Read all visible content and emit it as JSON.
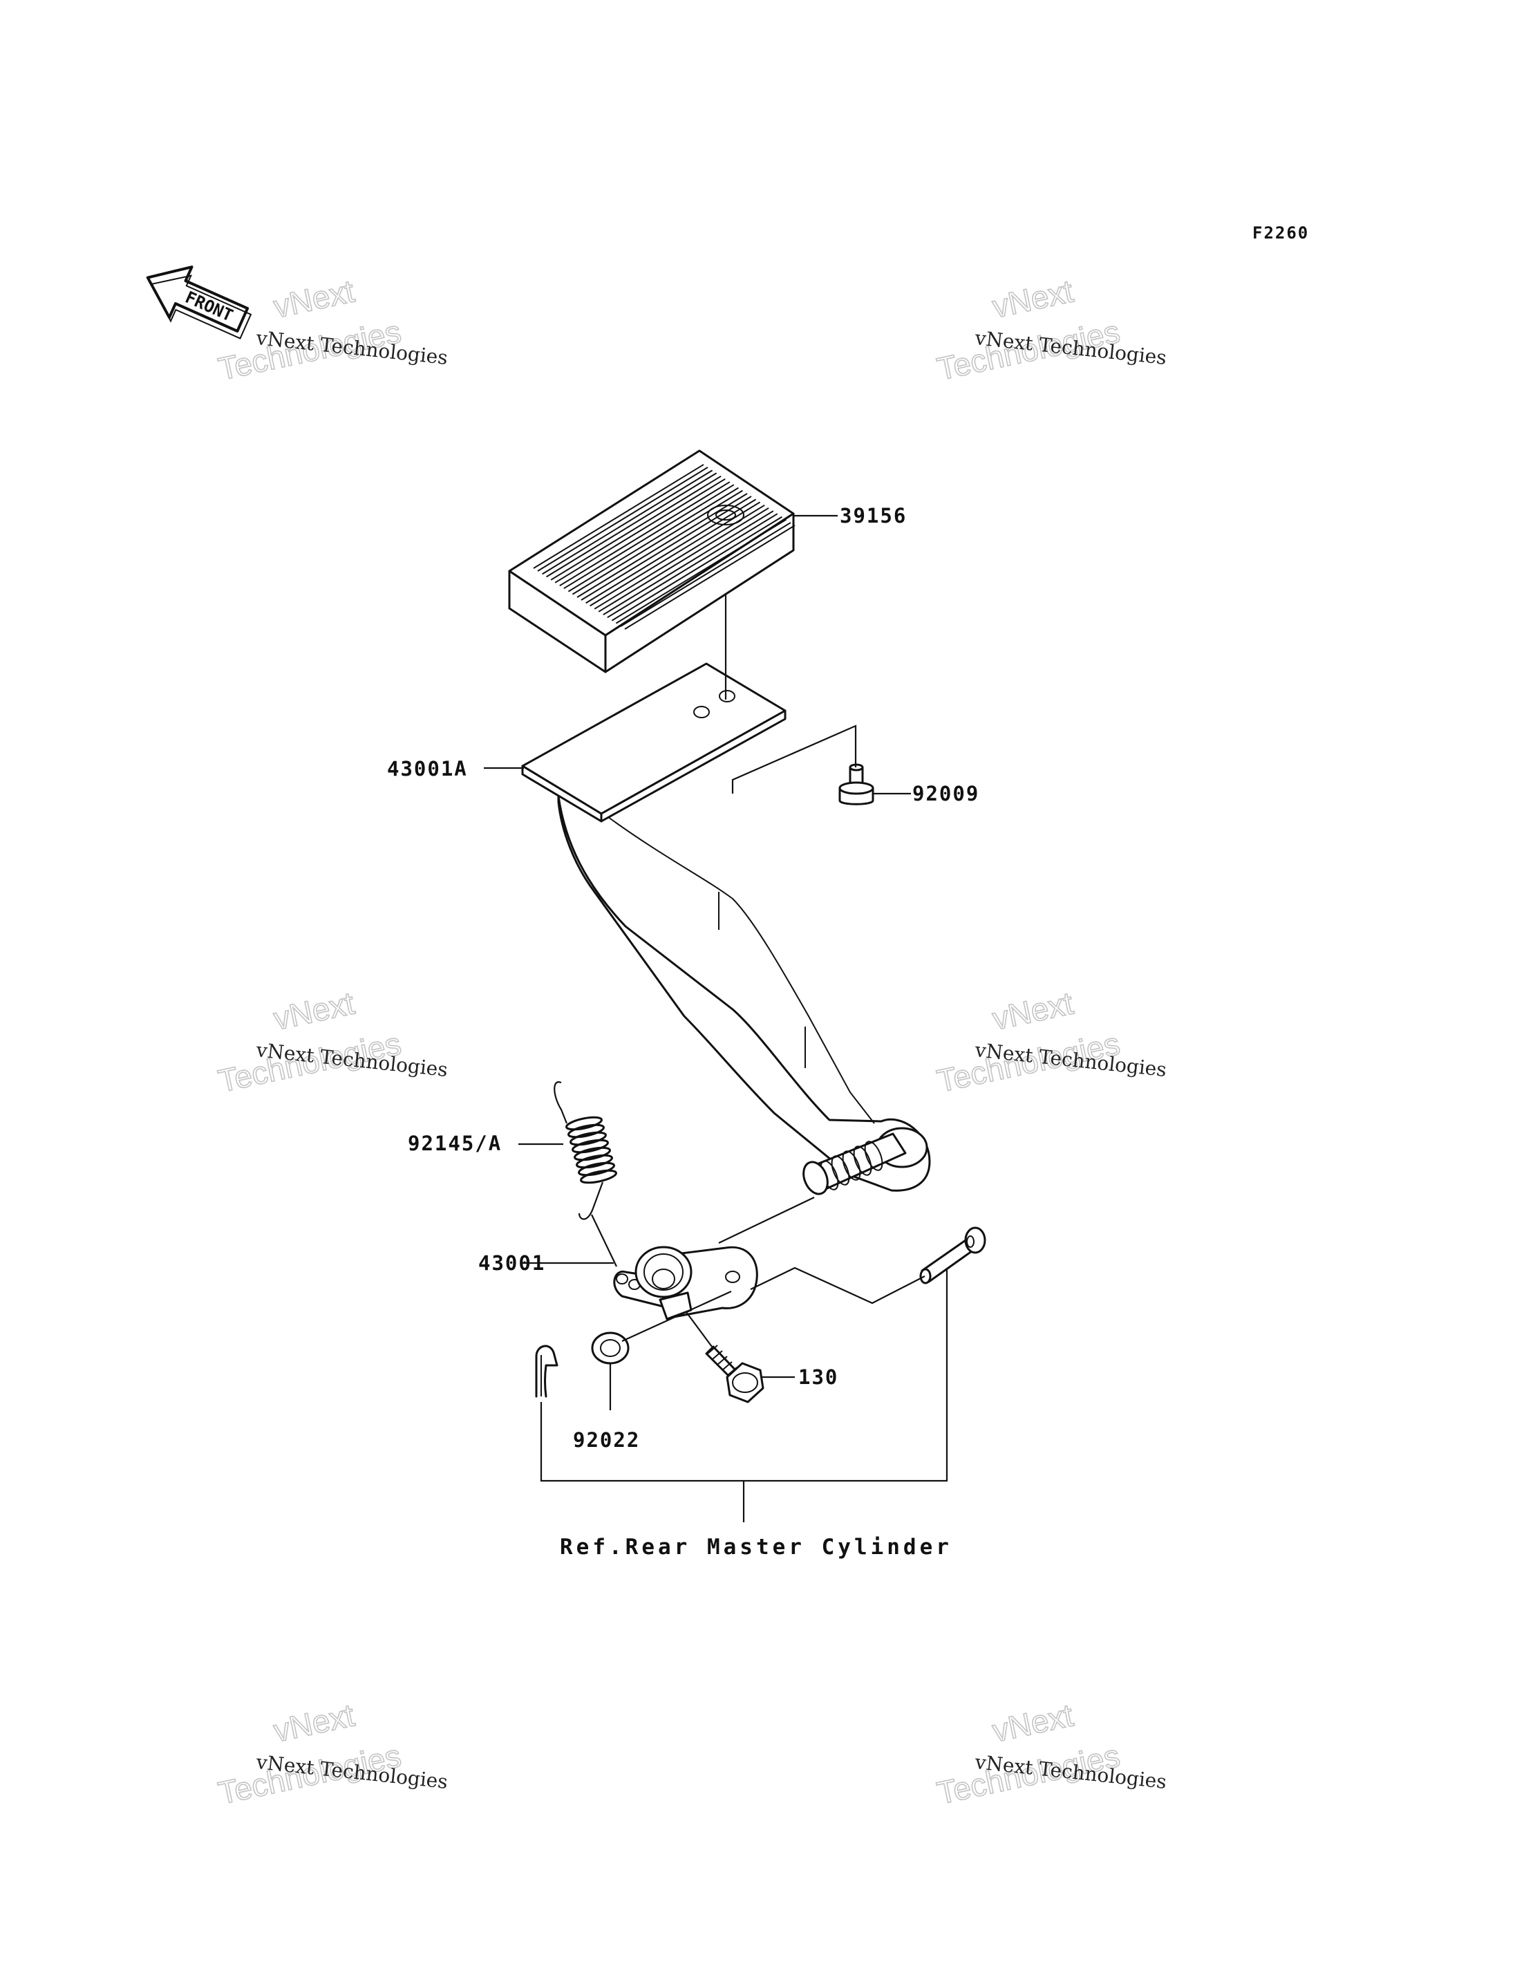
{
  "figure_code": "F2260",
  "front_label": "FRONT",
  "callouts": [
    {
      "id": "39156"
    },
    {
      "id": "43001A"
    },
    {
      "id": "92009"
    },
    {
      "id": "92145/A"
    },
    {
      "id": "43001"
    },
    {
      "id": "130"
    },
    {
      "id": "92022"
    }
  ],
  "reference_note": "Ref.Rear Master Cylinder",
  "watermarks": [
    {
      "line1": "vNext Technologies",
      "line2": "vNext",
      "line3": "Technologies"
    },
    {
      "line1": "vNext Technologies",
      "line2": "vNext",
      "line3": "Technologies"
    },
    {
      "line1": "vNext Technologies",
      "line2": "vNext",
      "line3": "Technologies"
    },
    {
      "line1": "vNext Technologies",
      "line2": "vNext",
      "line3": "Technologies"
    },
    {
      "line1": "vNext Technologies",
      "line2": "vNext",
      "line3": "Technologies"
    },
    {
      "line1": "vNext Technologies",
      "line2": "vNext",
      "line3": "Technologies"
    }
  ]
}
